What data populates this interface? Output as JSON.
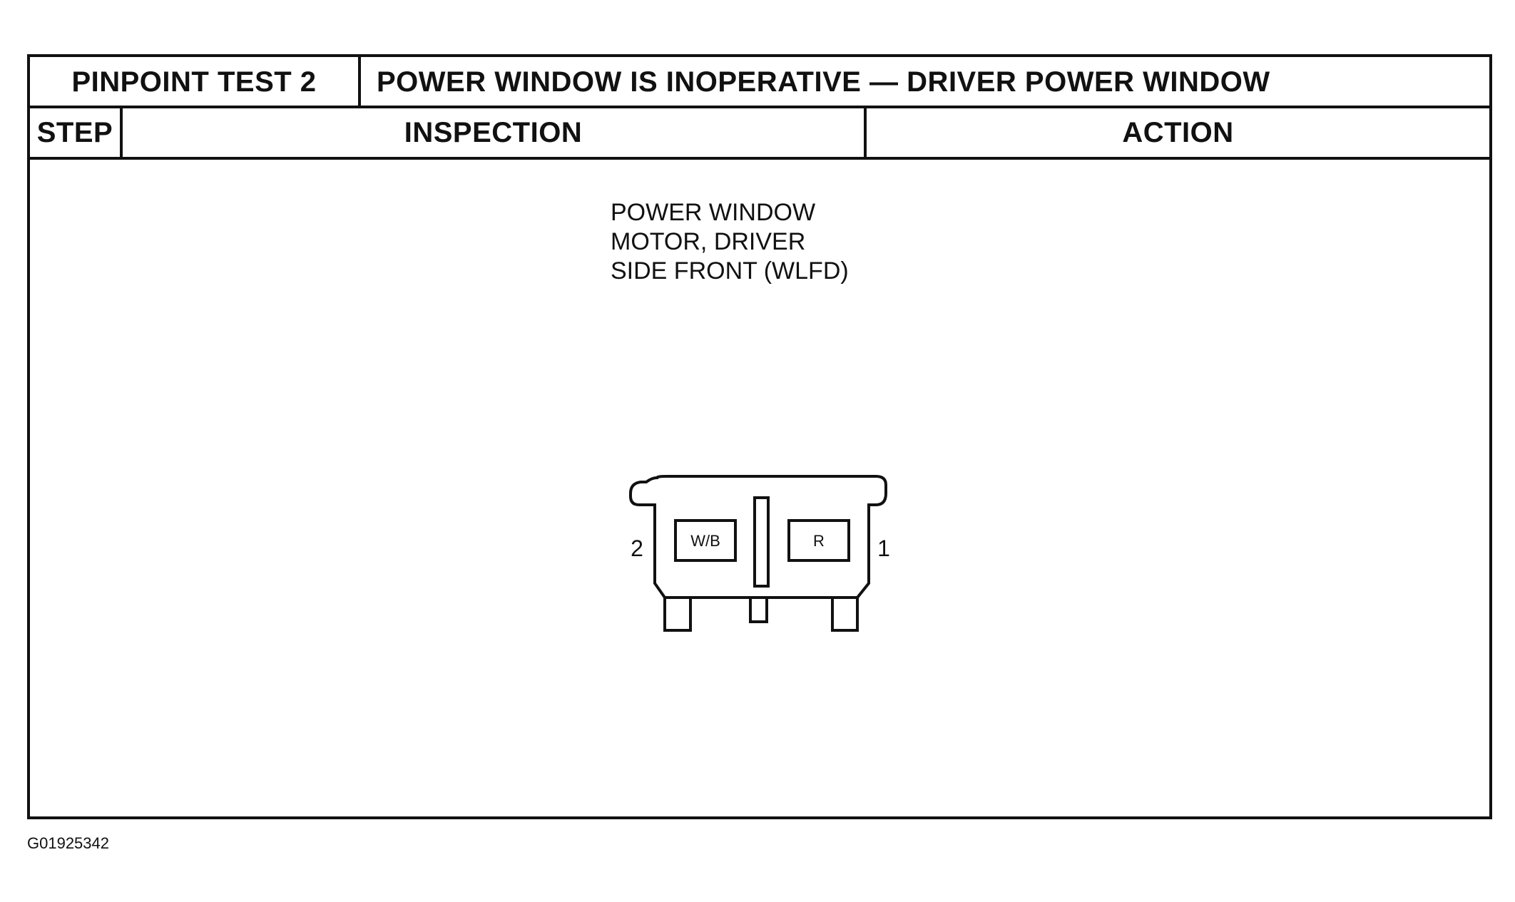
{
  "header": {
    "test_label": "PINPOINT TEST 2",
    "test_title": "POWER WINDOW IS INOPERATIVE — DRIVER POWER WINDOW"
  },
  "columns": {
    "step": "STEP",
    "inspection": "INSPECTION",
    "action": "ACTION"
  },
  "component": {
    "label_lines": [
      "POWER WINDOW",
      "MOTOR, DRIVER",
      "SIDE FRONT (WLFD)"
    ]
  },
  "connector": {
    "pins": [
      {
        "number": "2",
        "wire": "W/B"
      },
      {
        "number": "1",
        "wire": "R"
      }
    ]
  },
  "figure_code": "G01925342"
}
